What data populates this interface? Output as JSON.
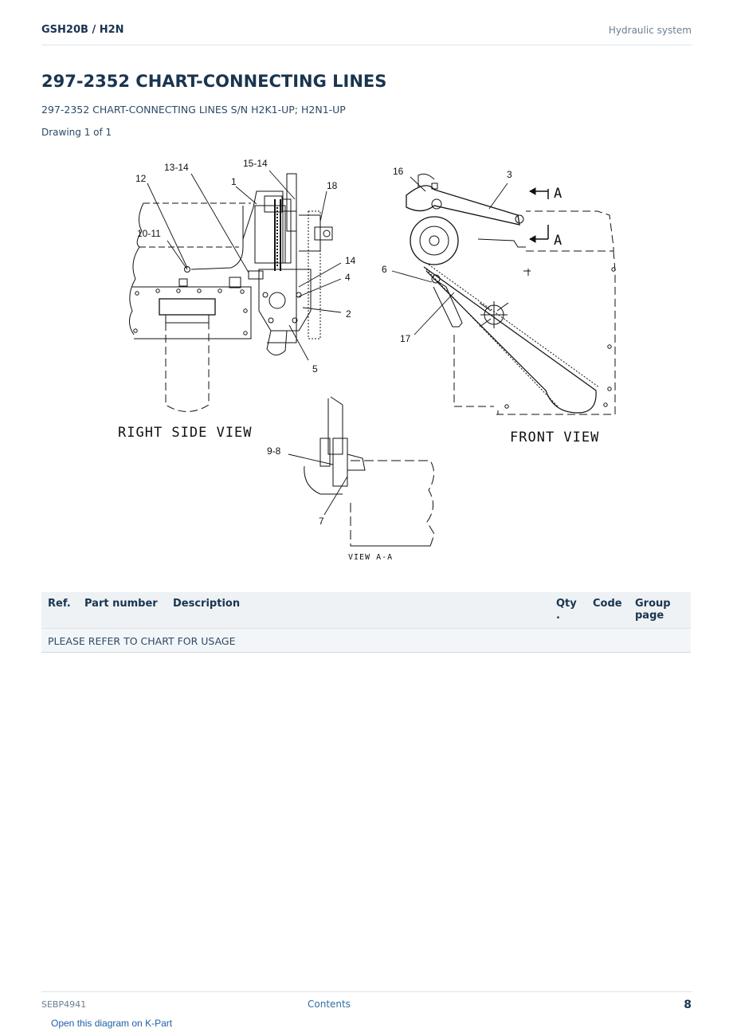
{
  "header": {
    "model": "GSH20B  /  H2N",
    "section": "Hydraulic system"
  },
  "title": "297-2352 CHART-CONNECTING LINES",
  "subtitle": "297-2352 CHART-CONNECTING LINES S/N H2K1-UP; H2N1-UP",
  "drawing_label": "Drawing 1 of 1",
  "diagram": {
    "callouts": {
      "c13_14": "13-14",
      "c15_14": "15-14",
      "c12": "12",
      "c1": "1",
      "c18": "18",
      "c10_11": "10-11",
      "c14": "14",
      "c4": "4",
      "c2": "2",
      "c5": "5",
      "c16": "16",
      "c3": "3",
      "cA1": "A",
      "cA2": "A",
      "c6": "6",
      "c17": "17",
      "c9_8": "9-8",
      "c7": "7"
    },
    "views": {
      "right_side": "RIGHT SIDE VIEW",
      "front": "FRONT VIEW",
      "section_aa": "VIEW A-A"
    }
  },
  "table": {
    "headers": {
      "ref": "Ref.",
      "part_number": "Part number",
      "description": "Description",
      "qty": "Qty .",
      "code": "Code",
      "group_page": "Group page"
    },
    "note": "PLEASE REFER TO CHART FOR USAGE"
  },
  "footer": {
    "doc_id": "SEBP4941",
    "contents_link": "Contents",
    "page_number": "8"
  },
  "kpart_link": "Open this diagram on K-Part"
}
